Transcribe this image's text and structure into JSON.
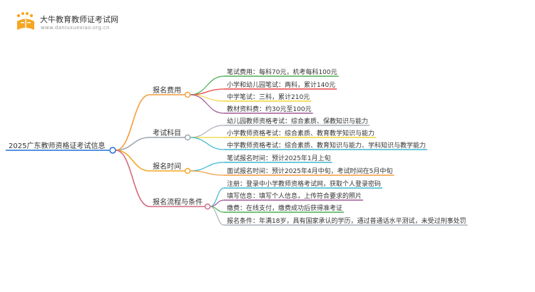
{
  "header": {
    "site_name": "大牛教育教师证考试网",
    "site_url": "www.daniuxuexiao.org.cn"
  },
  "root": {
    "label": "2025广东教师资格证考试信息"
  },
  "colors": {
    "root_line": "#1e6fd9",
    "fee": "#f39c3a",
    "subject": "#9aa4ae",
    "time": "#f5a623",
    "process": "#d46a7e",
    "leaf_green": "#4caf50",
    "leaf_red": "#e84545",
    "leaf_yellow": "#f1d33c",
    "leaf_purple": "#a05a95",
    "leaf_gray": "#aab2ba",
    "leaf_cyan": "#3bb8cf",
    "leaf_orange": "#f39c3a"
  },
  "branches": [
    {
      "label": "报名费用",
      "color_key": "fee",
      "leaves": [
        {
          "label": "笔试费用：每科70元，机考每科100元",
          "color_key": "leaf_green"
        },
        {
          "label": "小学和幼儿园笔试：两科，累计140元",
          "color_key": "leaf_red"
        },
        {
          "label": "中学笔试：三科，累计210元",
          "color_key": "leaf_yellow"
        },
        {
          "label": "教材资料费：约30元至100元",
          "color_key": "leaf_purple"
        }
      ]
    },
    {
      "label": "考试科目",
      "color_key": "subject",
      "leaves": [
        {
          "label": "幼儿园教师资格考试：综合素质、保教知识与能力",
          "color_key": "leaf_gray"
        },
        {
          "label": "小学教师资格考试：综合素质、教育教学知识与能力",
          "color_key": "leaf_yellow"
        },
        {
          "label": "中学教师资格考试：综合素质、教育知识与能力、学科知识与教学能力",
          "color_key": "leaf_cyan"
        }
      ]
    },
    {
      "label": "报名时间",
      "color_key": "time",
      "leaves": [
        {
          "label": "笔试报名时间：预计2025年1月上旬",
          "color_key": "leaf_cyan"
        },
        {
          "label": "面试报名时间：预计2025年4月中旬，考试时间在5月中旬",
          "color_key": "leaf_orange"
        }
      ]
    },
    {
      "label": "报名流程与条件",
      "color_key": "process",
      "leaves": [
        {
          "label": "注册：登录中小学教师资格考试网，获取个人登录密码",
          "color_key": "leaf_cyan"
        },
        {
          "label": "填写信息：填写个人信息，上传符合要求的照片",
          "color_key": "leaf_purple"
        },
        {
          "label": "缴费：在线支付，缴费成功后获得准考证",
          "color_key": "leaf_green"
        },
        {
          "label": "报名条件：年满18岁，具有国家承认的学历，通过普通话水平测试，未受过刑事处罚",
          "color_key": "leaf_gray"
        }
      ]
    }
  ]
}
